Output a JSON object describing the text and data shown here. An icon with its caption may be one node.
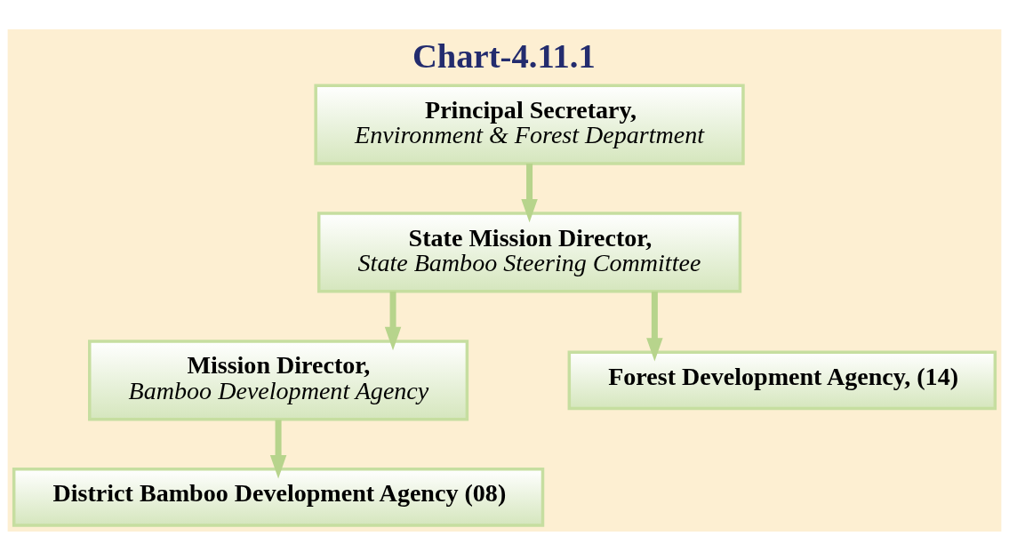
{
  "diagram": {
    "title": "Chart-4.11.1",
    "nodes": [
      {
        "text": [
          "Principal Secretary,",
          "Environment & Forest Department"
        ]
      },
      {
        "text": [
          "State Mission Director,",
          "State Bamboo Steering Committee"
        ]
      },
      {
        "text": [
          "Mission Director,",
          "Bamboo Development Agency"
        ]
      },
      {
        "text": [
          "Forest Development Agency, (14)"
        ]
      },
      {
        "text": [
          "District Bamboo Development Agency (08)"
        ]
      }
    ],
    "edges": [
      {
        "from": 0,
        "to": 1,
        "arrow": "to"
      },
      {
        "from": 1,
        "to": 2,
        "arrow": "to"
      },
      {
        "from": 1,
        "to": 3,
        "arrow": "to"
      },
      {
        "from": 2,
        "to": 4,
        "arrow": "to"
      }
    ]
  }
}
